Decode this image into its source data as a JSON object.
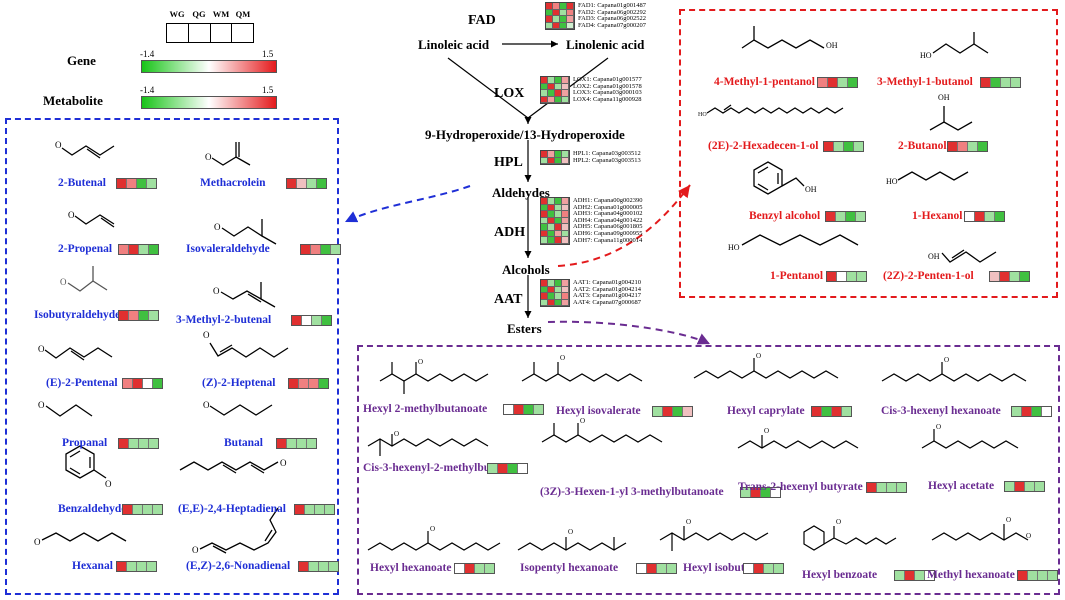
{
  "legend": {
    "column_headers": [
      "WG",
      "QG",
      "WM",
      "QM"
    ],
    "gene_label": "Gene",
    "metabolite_label": "Metabolite",
    "min": "-1.4",
    "max": "1.5",
    "gradient_colors": [
      "#18c418",
      "#ffffff",
      "#e41a1c"
    ]
  },
  "pathway": {
    "steps": [
      {
        "label": "FAD"
      },
      {
        "label": "LOX"
      },
      {
        "label": "HPL"
      },
      {
        "label": "ADH"
      },
      {
        "label": "AAT"
      }
    ],
    "nodes": {
      "linoleic": "Linoleic acid",
      "linolenic": "Linolenic acid",
      "hydroperoxide": "9-Hydroperoxide/13-Hydroperoxide",
      "aldehydes": "Aldehydes",
      "alcohols": "Alcohols",
      "esters": "Esters"
    },
    "genes": {
      "FAD": [
        "FAD1: Capana01g001487",
        "FAD2: Capana06g002292",
        "FAD3: Capana06g002522",
        "FAD4: Capana07g000207"
      ],
      "LOX": [
        "LOX1: Capana01g001577",
        "LOX2: Capana01g001578",
        "LOX3: Capana03g000103",
        "LOX4: Capana11g000928"
      ],
      "HPL": [
        "HPL1: Capana03g003512",
        "HPL2: Capana03g003513"
      ],
      "ADH": [
        "ADH1: Capana00g002390",
        "ADH2: Capana01g000005",
        "ADH3: Capana04g000102",
        "ADH4: Capana04g001422",
        "ADH5: Capana06g001805",
        "ADH6: Capana09g000955",
        "ADH7: Capana11g000014"
      ],
      "AAT": [
        "AAT1: Capana01g004210",
        "AAT2: Capana01g004214",
        "AAT3: Capana01g004217",
        "AAT4: Capana07g000687"
      ]
    },
    "gene_heat": {
      "FAD": [
        [
          "#e03030",
          "#f08080",
          "#40c040",
          "#e03030"
        ],
        [
          "#40c040",
          "#e03030",
          "#a0e0a0",
          "#f08080"
        ],
        [
          "#e03030",
          "#a0e0a0",
          "#40c040",
          "#f0a0a0"
        ],
        [
          "#a0e0a0",
          "#e03030",
          "#40c040",
          "#d0f0d0"
        ]
      ],
      "LOX": [
        [
          "#e03030",
          "#a0e0a0",
          "#40c040",
          "#f0a0a0"
        ],
        [
          "#40c040",
          "#e03030",
          "#a0e0a0",
          "#f0c0c0"
        ],
        [
          "#a0e0a0",
          "#40c040",
          "#e03030",
          "#f0a0a0"
        ],
        [
          "#e03030",
          "#f0a0a0",
          "#40c040",
          "#a0e0a0"
        ]
      ],
      "HPL": [
        [
          "#e03030",
          "#f0a0a0",
          "#40c040",
          "#a0e0a0"
        ],
        [
          "#a0e0a0",
          "#e03030",
          "#40c040",
          "#f0c0c0"
        ]
      ],
      "ADH": [
        [
          "#e03030",
          "#a0e0a0",
          "#40c040",
          "#f0a0a0"
        ],
        [
          "#40c040",
          "#e03030",
          "#a0e0a0",
          "#f0c0c0"
        ],
        [
          "#e03030",
          "#40c040",
          "#a0e0a0",
          "#f08080"
        ],
        [
          "#a0e0a0",
          "#e03030",
          "#40c040",
          "#f0a0a0"
        ],
        [
          "#40c040",
          "#a0e0a0",
          "#e03030",
          "#f0c0c0"
        ],
        [
          "#e03030",
          "#40c040",
          "#f0a0a0",
          "#a0e0a0"
        ],
        [
          "#a0e0a0",
          "#40c040",
          "#e03030",
          "#f0c0c0"
        ]
      ],
      "AAT": [
        [
          "#e03030",
          "#a0e0a0",
          "#40c040",
          "#f0a0a0"
        ],
        [
          "#40c040",
          "#e03030",
          "#a0e0a0",
          "#f0c0c0"
        ],
        [
          "#e03030",
          "#40c040",
          "#a0e0a0",
          "#f08080"
        ],
        [
          "#a0e0a0",
          "#e03030",
          "#40c040",
          "#f0a0a0"
        ]
      ]
    }
  },
  "aldehydes": [
    {
      "name": "2-Butenal",
      "heat": [
        "#e03030",
        "#f08080",
        "#40c040",
        "#a0e0a0"
      ]
    },
    {
      "name": "Methacrolein",
      "heat": [
        "#e03030",
        "#f0c0c0",
        "#a0e0a0",
        "#40c040"
      ]
    },
    {
      "name": "2-Propenal",
      "heat": [
        "#f08080",
        "#e03030",
        "#a0e0a0",
        "#40c040"
      ]
    },
    {
      "name": "Isovaleraldehyde",
      "heat": [
        "#e03030",
        "#f08080",
        "#40c040",
        "#a0e0a0"
      ]
    },
    {
      "name": "Isobutyraldehyde",
      "heat": [
        "#e03030",
        "#f08080",
        "#40c040",
        "#a0e0a0"
      ]
    },
    {
      "name": "3-Methyl-2-butenal",
      "heat": [
        "#e03030",
        "#ffffff",
        "#a0e0a0",
        "#40c040"
      ]
    },
    {
      "name": "(E)-2-Pentenal",
      "heat": [
        "#f08080",
        "#e03030",
        "#ffffff",
        "#40c040"
      ]
    },
    {
      "name": "(Z)-2-Heptenal",
      "heat": [
        "#e03030",
        "#f08080",
        "#f08080",
        "#40c040"
      ]
    },
    {
      "name": "Propanal",
      "heat": [
        "#e03030",
        "#a0e0a0",
        "#a0e0a0",
        "#a0e0a0"
      ]
    },
    {
      "name": "Butanal",
      "heat": [
        "#e03030",
        "#a0e0a0",
        "#a0e0a0",
        "#a0e0a0"
      ]
    },
    {
      "name": "Benzaldehyde",
      "heat": [
        "#e03030",
        "#a0e0a0",
        "#a0e0a0",
        "#a0e0a0"
      ]
    },
    {
      "name": "(E,E)-2,4-Heptadienal",
      "heat": [
        "#e03030",
        "#a0e0a0",
        "#a0e0a0",
        "#a0e0a0"
      ]
    },
    {
      "name": "Hexanal",
      "heat": [
        "#e03030",
        "#a0e0a0",
        "#a0e0a0",
        "#a0e0a0"
      ]
    },
    {
      "name": "(E,Z)-2,6-Nonadienal",
      "heat": [
        "#e03030",
        "#a0e0a0",
        "#a0e0a0",
        "#a0e0a0"
      ]
    }
  ],
  "alcohols": [
    {
      "name": "4-Methyl-1-pentanol",
      "heat": [
        "#f08080",
        "#e03030",
        "#a0e0a0",
        "#40c040"
      ]
    },
    {
      "name": "3-Methyl-1-butanol",
      "heat": [
        "#e03030",
        "#40c040",
        "#a0e0a0",
        "#a0e0a0"
      ]
    },
    {
      "name": "(2E)-2-Hexadecen-1-ol",
      "heat": [
        "#e03030",
        "#a0e0a0",
        "#40c040",
        "#a0e0a0"
      ]
    },
    {
      "name": "2-Butanol",
      "heat": [
        "#e03030",
        "#f08080",
        "#a0e0a0",
        "#40c040"
      ]
    },
    {
      "name": "Benzyl alcohol",
      "heat": [
        "#e03030",
        "#a0e0a0",
        "#40c040",
        "#a0e0a0"
      ]
    },
    {
      "name": "1-Hexanol",
      "heat": [
        "#ffffff",
        "#e03030",
        "#a0e0a0",
        "#40c040"
      ]
    },
    {
      "name": "1-Pentanol",
      "heat": [
        "#e03030",
        "#ffffff",
        "#a0e0a0",
        "#a0e0a0"
      ]
    },
    {
      "name": "(2Z)-2-Penten-1-ol",
      "heat": [
        "#f0c0c0",
        "#e03030",
        "#a0e0a0",
        "#40c040"
      ]
    }
  ],
  "esters": [
    {
      "name": "Hexyl 2-methylbutanoate",
      "heat": [
        "#ffffff",
        "#e03030",
        "#40c040",
        "#a0e0a0"
      ]
    },
    {
      "name": "Hexyl isovalerate",
      "heat": [
        "#a0e0a0",
        "#e03030",
        "#40c040",
        "#f0c0c0"
      ]
    },
    {
      "name": "Hexyl caprylate",
      "heat": [
        "#e03030",
        "#40c040",
        "#e03030",
        "#a0e0a0"
      ]
    },
    {
      "name": "Cis-3-hexenyl hexanoate",
      "heat": [
        "#a0e0a0",
        "#e03030",
        "#40c040",
        "#ffffff"
      ]
    },
    {
      "name": "Cis-3-hexenyl-2-methylbutyrate",
      "heat": [
        "#a0e0a0",
        "#e03030",
        "#40c040",
        "#ffffff"
      ]
    },
    {
      "name": "(3Z)-3-Hexen-1-yl 3-methylbutanoate",
      "heat": [
        "#a0e0a0",
        "#e03030",
        "#40c040",
        "#ffffff"
      ]
    },
    {
      "name": "Trans-2-hexenyl butyrate",
      "heat": [
        "#e03030",
        "#a0e0a0",
        "#a0e0a0",
        "#a0e0a0"
      ]
    },
    {
      "name": "Hexyl acetate",
      "heat": [
        "#a0e0a0",
        "#e03030",
        "#a0e0a0",
        "#a0e0a0"
      ]
    },
    {
      "name": "Hexyl hexanoate",
      "heat": [
        "#ffffff",
        "#e03030",
        "#a0e0a0",
        "#a0e0a0"
      ]
    },
    {
      "name": "Isopentyl hexanoate",
      "heat": [
        "#ffffff",
        "#e03030",
        "#a0e0a0",
        "#a0e0a0"
      ]
    },
    {
      "name": "Hexyl isobutyrate",
      "heat": [
        "#ffffff",
        "#e03030",
        "#a0e0a0",
        "#a0e0a0"
      ]
    },
    {
      "name": "Hexyl benzoate",
      "heat": [
        "#a0e0a0",
        "#e03030",
        "#a0e0a0",
        "#ffffff"
      ]
    },
    {
      "name": "Methyl hexanoate",
      "heat": [
        "#e03030",
        "#a0e0a0",
        "#a0e0a0",
        "#a0e0a0"
      ]
    }
  ]
}
